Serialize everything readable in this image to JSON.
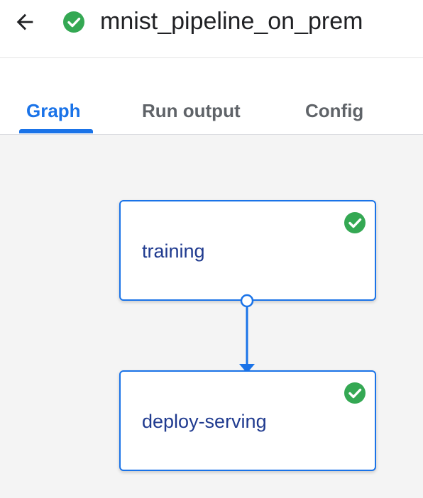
{
  "header": {
    "back_icon": "arrow-left-icon",
    "status_icon": "check-circle-icon",
    "title": "mnist_pipeline_on_prem"
  },
  "tabs": [
    {
      "label": "Graph",
      "active": true
    },
    {
      "label": "Run output",
      "active": false
    },
    {
      "label": "Config",
      "active": false
    }
  ],
  "graph": {
    "nodes": [
      {
        "label": "training",
        "status": "succeeded",
        "status_icon": "check-circle-icon"
      },
      {
        "label": "deploy-serving",
        "status": "succeeded",
        "status_icon": "check-circle-icon"
      }
    ],
    "edges": [
      {
        "from": "training",
        "to": "deploy-serving"
      }
    ]
  },
  "colors": {
    "accent": "#1a73e8",
    "success": "#34a853",
    "node_text": "#1f3a8f",
    "tab_inactive": "#5f6368",
    "graph_background": "#f4f4f4"
  }
}
